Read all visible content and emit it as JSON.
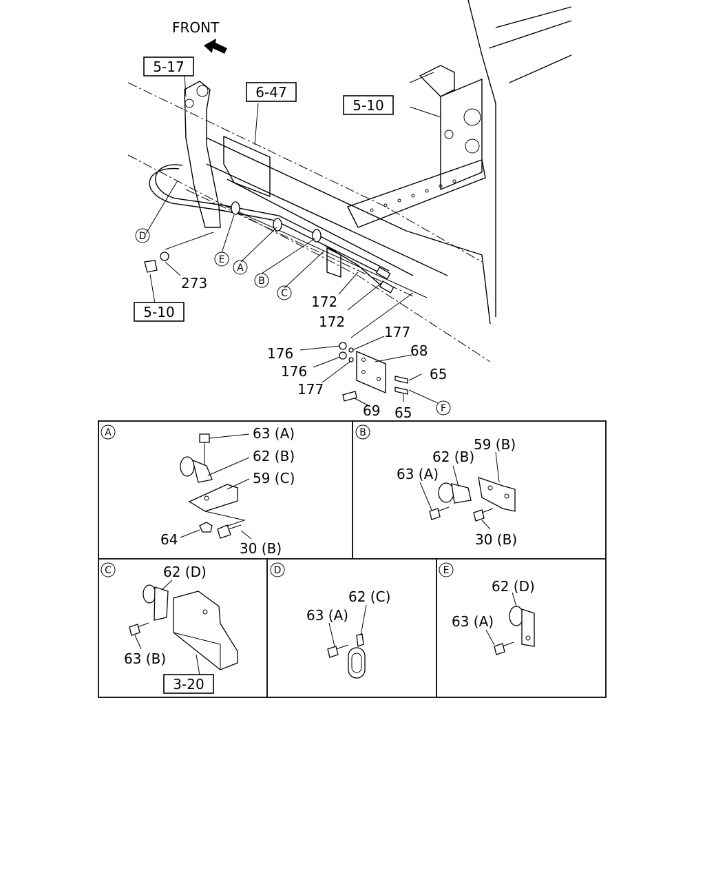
{
  "main": {
    "front_label": "FRONT",
    "refs": {
      "r_5_17": "5-17",
      "r_6_47": "6-47",
      "r_5_10_top": "5-10",
      "r_5_10_bottom": "5-10",
      "r_3_20": "3-20"
    },
    "labels": {
      "p273": "273",
      "p172a": "172",
      "p172b": "172",
      "p176a": "176",
      "p176b": "176",
      "p177a": "177",
      "p177b": "177",
      "p68": "68",
      "p65a": "65",
      "p65b": "65",
      "p69": "69"
    },
    "callouts": {
      "A": "A",
      "B": "B",
      "C": "C",
      "D": "D",
      "E": "E",
      "F": "F"
    }
  },
  "details": {
    "A": {
      "letter": "A",
      "labels": [
        "63 (A)",
        "62 (B)",
        "59 (C)",
        "64",
        "30 (B)"
      ]
    },
    "B": {
      "letter": "B",
      "labels": [
        "59 (B)",
        "62 (B)",
        "63 (A)",
        "30 (B)"
      ]
    },
    "C": {
      "letter": "C",
      "labels": [
        "62 (D)",
        "63 (B)"
      ],
      "ref": "3-20"
    },
    "D": {
      "letter": "D",
      "labels": [
        "62 (C)",
        "63 (A)"
      ]
    },
    "E": {
      "letter": "E",
      "labels": [
        "62 (D)",
        "63 (A)"
      ]
    }
  }
}
